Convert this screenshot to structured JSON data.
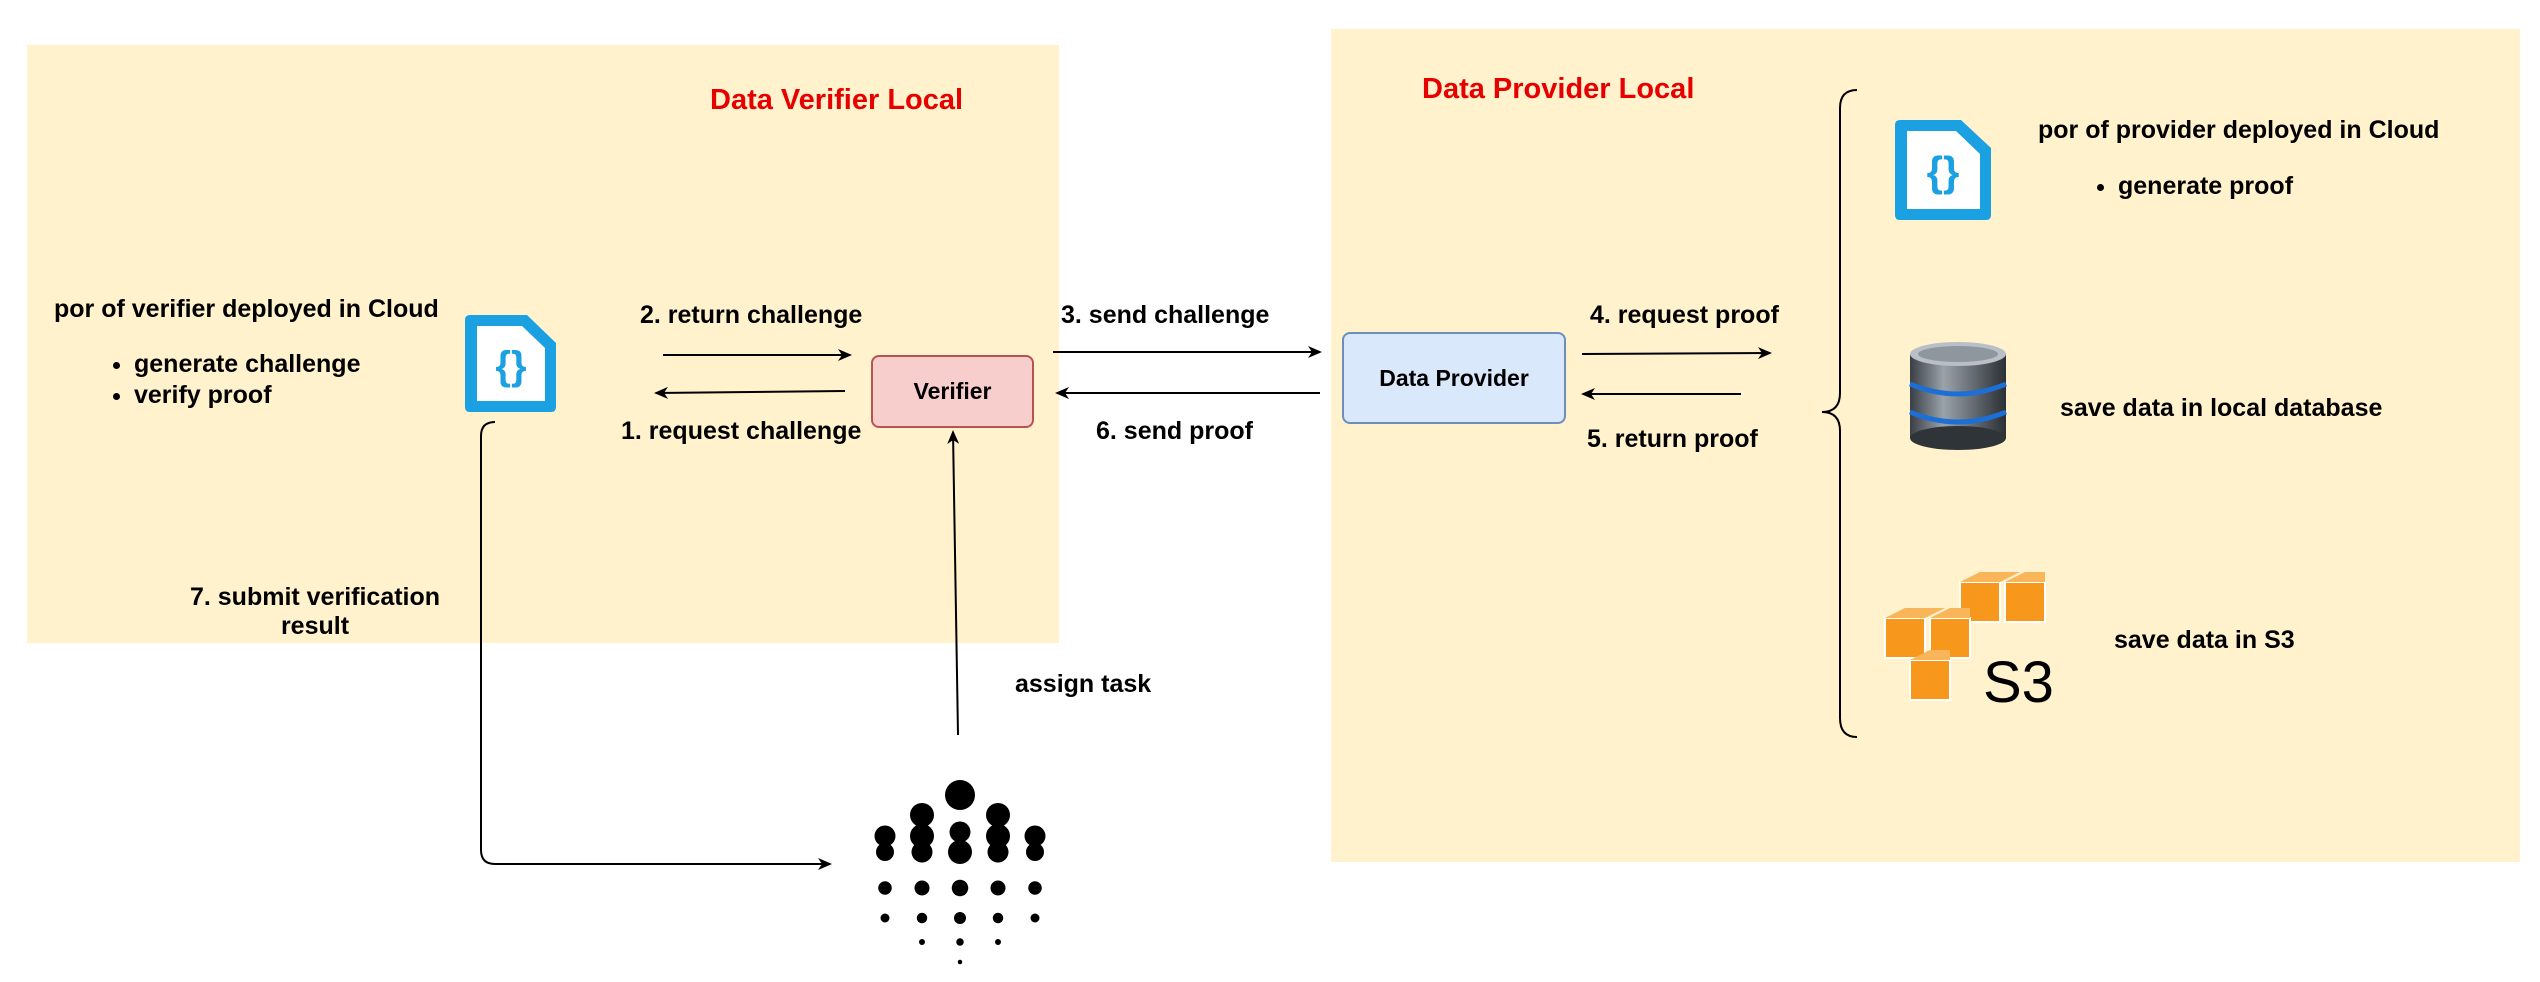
{
  "verifier_region": {
    "title": "Data Verifier Local",
    "contract_heading": "por of verifier deployed in Cloud",
    "contract_bullets": [
      "generate challenge",
      "verify proof"
    ]
  },
  "provider_region": {
    "title": "Data Provider Local",
    "contract_heading": "por of provider deployed in Cloud",
    "contract_bullets": [
      "generate proof"
    ],
    "database_label": "save data in local database",
    "s3_label": "save data in S3",
    "s3_logo_text": "S3"
  },
  "nodes": {
    "verifier": "Verifier",
    "data_provider": "Data Provider"
  },
  "edges": {
    "return_challenge": "2. return challenge",
    "request_challenge": "1. request challenge",
    "send_challenge": "3. send challenge",
    "send_proof": "6. send proof",
    "request_proof": "4. request proof",
    "return_proof": "5. return proof",
    "submit_result_line1": "7. submit verification",
    "submit_result_line2": "result",
    "assign_task": "assign task"
  },
  "colors": {
    "region_fill": "#fff2cc",
    "region_title": "#e60000",
    "verifier_fill": "#f8cecc",
    "verifier_border": "#b85450",
    "provider_fill": "#dae8fc",
    "provider_border": "#6c8ebf",
    "contract_icon": "#1ba1e2",
    "s3_orange": "#f7981d"
  },
  "icons": {
    "verifier_contract": "smart-contract-icon",
    "provider_contract": "smart-contract-icon",
    "database": "database-icon",
    "s3": "aws-s3-icon",
    "network": "dotted-network-logo"
  }
}
